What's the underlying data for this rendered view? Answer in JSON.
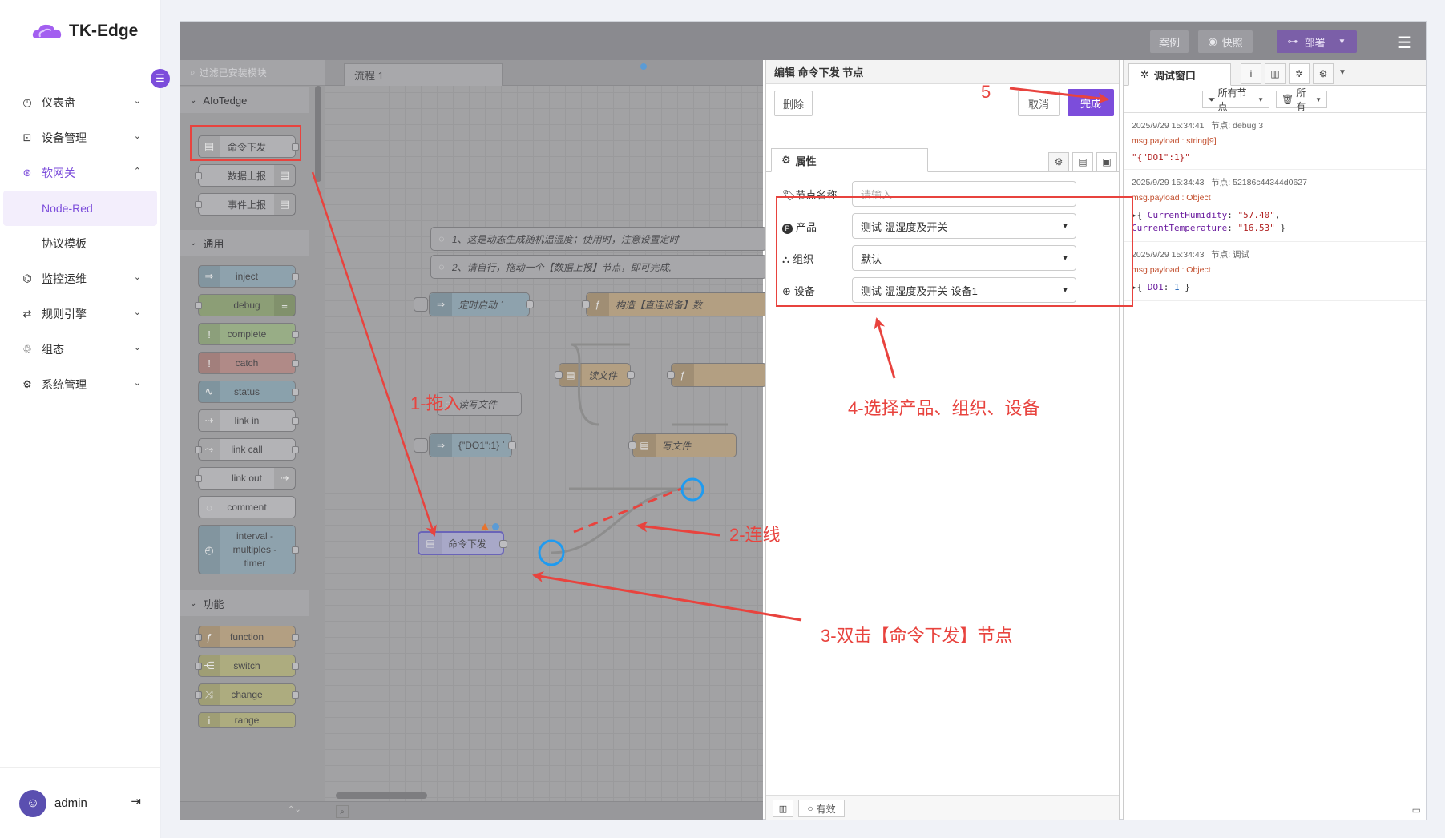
{
  "app": {
    "title": "TK-Edge"
  },
  "sidebar": {
    "items": [
      {
        "label": "仪表盘",
        "icon": "dashboard-icon"
      },
      {
        "label": "设备管理",
        "icon": "device-icon"
      },
      {
        "label": "软网关",
        "icon": "gateway-icon",
        "active": true,
        "children": [
          {
            "label": "Node-Red",
            "active": true
          },
          {
            "label": "协议模板"
          }
        ]
      },
      {
        "label": "监控运维",
        "icon": "monitor-icon"
      },
      {
        "label": "规则引擎",
        "icon": "rule-icon"
      },
      {
        "label": "组态",
        "icon": "config-icon"
      },
      {
        "label": "系统管理",
        "icon": "settings-icon"
      }
    ],
    "user": {
      "name": "admin"
    }
  },
  "header": {
    "btn_examples": "案例",
    "btn_snapshot": "快照",
    "btn_deploy": "部署"
  },
  "palette": {
    "search_placeholder": "过滤已安装模块",
    "cat1": "AIoTedge",
    "cat1_nodes": [
      "命令下发",
      "数据上报",
      "事件上报"
    ],
    "cat2": "通用",
    "cat2_nodes": [
      "inject",
      "debug",
      "complete",
      "catch",
      "status",
      "link in",
      "link call",
      "link out",
      "comment"
    ],
    "interval_lines": [
      "interval -",
      "multiples -",
      "timer"
    ],
    "cat3": "功能",
    "cat3_nodes": [
      "function",
      "switch",
      "change",
      "range"
    ]
  },
  "workspace": {
    "tab": "流程 1",
    "comment1": "1、这是动态生成随机温湿度；使用时，注意设置定时",
    "comment2": "2、请自行，拖动一个【数据上报】节点，即可完成,",
    "node_timer": "定时启动 ˈ",
    "node_build": "构造【直连设备】数",
    "node_readfile": "读文件",
    "node_rw_comment": "读写文件",
    "node_inject": "{\"DO1\":1} ˈ",
    "node_writefile": "写文件",
    "node_cmd": "命令下发"
  },
  "tray": {
    "title": "编辑 命令下发 节点",
    "delete": "删除",
    "cancel": "取消",
    "done": "完成",
    "tab_props": "属性",
    "name_label": "节点名称",
    "name_placeholder": "请输入",
    "product_label": "产品",
    "product_value": "测试-温湿度及开关",
    "org_label": "组织",
    "org_value": "默认",
    "device_label": "设备",
    "device_value": "测试-温湿度及开关-设备1",
    "footer_valid": "有效"
  },
  "debug": {
    "tab": "调试窗口",
    "filter_nodes": "所有节点",
    "filter_all": "所有",
    "messages": [
      {
        "time": "2025/9/29 15:34:41",
        "node": "节点: debug 3",
        "path": "msg.payload : string[9]",
        "value": "\"{\"DO1\":1}\""
      },
      {
        "time": "2025/9/29 15:34:43",
        "node": "节点: 52186c44344d0627",
        "path": "msg.payload : Object",
        "k1": "CurrentHumidity",
        "v1": "\"57.40\"",
        "k2": "CurrentTemperature",
        "v2": "\"16.53\""
      },
      {
        "time": "2025/9/29 15:34:43",
        "node": "节点: 调试",
        "path": "msg.payload : Object",
        "k1": "DO1",
        "v1": "1"
      }
    ]
  },
  "annotations": {
    "a1": "1-拖入",
    "a2": "2-连线",
    "a3": "3-双击【命令下发】节点",
    "a4": "4-选择产品、组织、设备",
    "a5": "5"
  },
  "colors": {
    "accent": "#7c4ddb",
    "annotation": "#e8433e",
    "highlight": "#1f9bf0"
  }
}
